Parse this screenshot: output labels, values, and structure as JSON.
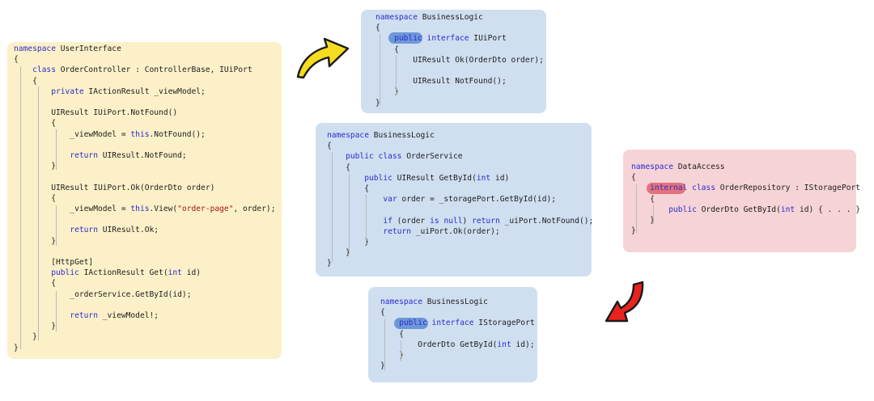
{
  "colors": {
    "ui_box": "#fcf0c8",
    "logic_box": "#cfdff0",
    "data_box": "#f6d3d6",
    "keyword": "#2b2bcf",
    "string": "#a31515",
    "public_highlight": "#6e97d8",
    "internal_highlight": "#e5727a",
    "arrow_yellow": "#f6dc1f",
    "arrow_red": "#e8231d"
  },
  "icons": [
    "curved-arrow-yellow-icon",
    "curved-arrow-red-icon"
  ],
  "user_interface": {
    "lines": [
      [
        {
          "t": "namespace",
          "k": 1
        },
        {
          "t": " UserInterface"
        }
      ],
      [
        {
          "t": "{"
        }
      ],
      [
        {
          "t": "    "
        },
        {
          "t": "class",
          "k": 1
        },
        {
          "t": " OrderController : ControllerBase, IUiPort"
        }
      ],
      [
        {
          "t": "    {"
        }
      ],
      [
        {
          "t": "        "
        },
        {
          "t": "private",
          "k": 1
        },
        {
          "t": " IActionResult _viewModel;"
        }
      ],
      [
        {
          "t": ""
        }
      ],
      [
        {
          "t": "        UIResult IUiPort.NotFound()"
        }
      ],
      [
        {
          "t": "        {"
        }
      ],
      [
        {
          "t": "            _viewModel = "
        },
        {
          "t": "this",
          "k": 1
        },
        {
          "t": ".NotFound();"
        }
      ],
      [
        {
          "t": ""
        }
      ],
      [
        {
          "t": "            "
        },
        {
          "t": "return",
          "k": 1
        },
        {
          "t": " UIResult.NotFound;"
        }
      ],
      [
        {
          "t": "        }"
        }
      ],
      [
        {
          "t": ""
        }
      ],
      [
        {
          "t": "        UIResult IUiPort.Ok(OrderDto order)"
        }
      ],
      [
        {
          "t": "        {"
        }
      ],
      [
        {
          "t": "            _viewModel = "
        },
        {
          "t": "this",
          "k": 1
        },
        {
          "t": ".View("
        },
        {
          "t": "\"order-page\"",
          "s": 1
        },
        {
          "t": ", order);"
        }
      ],
      [
        {
          "t": ""
        }
      ],
      [
        {
          "t": "            "
        },
        {
          "t": "return",
          "k": 1
        },
        {
          "t": " UIResult.Ok;"
        }
      ],
      [
        {
          "t": "        }"
        }
      ],
      [
        {
          "t": ""
        }
      ],
      [
        {
          "t": "        [HttpGet]"
        }
      ],
      [
        {
          "t": "        "
        },
        {
          "t": "public",
          "k": 1
        },
        {
          "t": " IActionResult Get("
        },
        {
          "t": "int",
          "k": 1
        },
        {
          "t": " id)"
        }
      ],
      [
        {
          "t": "        {"
        }
      ],
      [
        {
          "t": "            _orderService.GetById(id);"
        }
      ],
      [
        {
          "t": ""
        }
      ],
      [
        {
          "t": "            "
        },
        {
          "t": "return",
          "k": 1
        },
        {
          "t": " _viewModel!;"
        }
      ],
      [
        {
          "t": "        }"
        }
      ],
      [
        {
          "t": "    }"
        }
      ],
      [
        {
          "t": "}"
        }
      ]
    ]
  },
  "iuiport": {
    "lines": [
      [
        {
          "t": "namespace",
          "k": 1
        },
        {
          "t": " BusinessLogic"
        }
      ],
      [
        {
          "t": "{"
        }
      ],
      [
        {
          "t": "    "
        },
        {
          "t": "public",
          "k": 1
        },
        {
          "t": " "
        },
        {
          "t": "interface",
          "k": 1
        },
        {
          "t": " IUiPort"
        }
      ],
      [
        {
          "t": "    {"
        }
      ],
      [
        {
          "t": "        UIResult Ok(OrderDto order);"
        }
      ],
      [
        {
          "t": ""
        }
      ],
      [
        {
          "t": "        UIResult NotFound();"
        }
      ],
      [
        {
          "t": "    }"
        }
      ],
      [
        {
          "t": "}"
        }
      ]
    ]
  },
  "order_service": {
    "lines": [
      [
        {
          "t": "namespace",
          "k": 1
        },
        {
          "t": " BusinessLogic"
        }
      ],
      [
        {
          "t": "{"
        }
      ],
      [
        {
          "t": "    "
        },
        {
          "t": "public",
          "k": 1
        },
        {
          "t": " "
        },
        {
          "t": "class",
          "k": 1
        },
        {
          "t": " OrderService"
        }
      ],
      [
        {
          "t": "    {"
        }
      ],
      [
        {
          "t": "        "
        },
        {
          "t": "public",
          "k": 1
        },
        {
          "t": " UIResult GetById("
        },
        {
          "t": "int",
          "k": 1
        },
        {
          "t": " id)"
        }
      ],
      [
        {
          "t": "        {"
        }
      ],
      [
        {
          "t": "            "
        },
        {
          "t": "var",
          "k": 1
        },
        {
          "t": " order = _storagePort.GetById(id);"
        }
      ],
      [
        {
          "t": ""
        }
      ],
      [
        {
          "t": "            "
        },
        {
          "t": "if",
          "k": 1
        },
        {
          "t": " (order "
        },
        {
          "t": "is",
          "k": 1
        },
        {
          "t": " "
        },
        {
          "t": "null",
          "k": 1
        },
        {
          "t": ") "
        },
        {
          "t": "return",
          "k": 1
        },
        {
          "t": " _uiPort.NotFound();"
        }
      ],
      [
        {
          "t": "            "
        },
        {
          "t": "return",
          "k": 1
        },
        {
          "t": " _uiPort.Ok(order);"
        }
      ],
      [
        {
          "t": "        }"
        }
      ],
      [
        {
          "t": "    }"
        }
      ],
      [
        {
          "t": "}"
        }
      ]
    ]
  },
  "order_repository": {
    "lines": [
      [
        {
          "t": "namespace",
          "k": 1
        },
        {
          "t": " DataAccess"
        }
      ],
      [
        {
          "t": "{"
        }
      ],
      [
        {
          "t": "    "
        },
        {
          "t": "internal",
          "k": 1
        },
        {
          "t": " "
        },
        {
          "t": "class",
          "k": 1
        },
        {
          "t": " OrderRepository : IStoragePort"
        }
      ],
      [
        {
          "t": "    {"
        }
      ],
      [
        {
          "t": "        "
        },
        {
          "t": "public",
          "k": 1
        },
        {
          "t": " OrderDto GetById("
        },
        {
          "t": "int",
          "k": 1
        },
        {
          "t": " id) { . . . }"
        }
      ],
      [
        {
          "t": "    }"
        }
      ],
      [
        {
          "t": "}"
        }
      ]
    ]
  },
  "istorageport": {
    "lines": [
      [
        {
          "t": "namespace",
          "k": 1
        },
        {
          "t": " BusinessLogic"
        }
      ],
      [
        {
          "t": "{"
        }
      ],
      [
        {
          "t": "    "
        },
        {
          "t": "public",
          "k": 1
        },
        {
          "t": " "
        },
        {
          "t": "interface",
          "k": 1
        },
        {
          "t": " IStoragePort"
        }
      ],
      [
        {
          "t": "    {"
        }
      ],
      [
        {
          "t": "        OrderDto GetById("
        },
        {
          "t": "int",
          "k": 1
        },
        {
          "t": " id);"
        }
      ],
      [
        {
          "t": "    }"
        }
      ],
      [
        {
          "t": "}"
        }
      ]
    ]
  }
}
